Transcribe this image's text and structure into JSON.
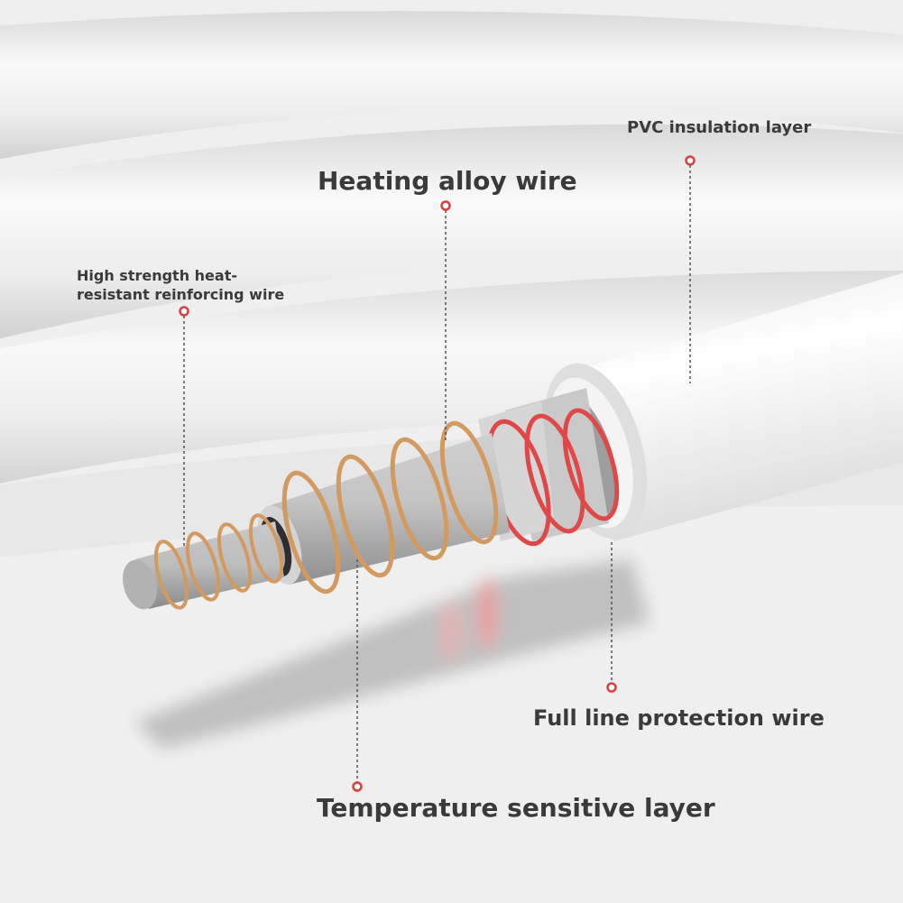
{
  "labels": {
    "pvc_insulation": "PVC insulation layer",
    "heating_alloy_wire": "Heating alloy wire",
    "reinforcing_wire_line1": "High strength heat-",
    "reinforcing_wire_line2": "resistant reinforcing wire",
    "full_line_protection": "Full line protection wire",
    "temperature_sensitive": "Temperature sensitive layer"
  },
  "colors": {
    "background": "#f2f2f2",
    "pipe_white": "#f6f6f6",
    "inner_grey": "#b8b8b8",
    "copper_wire": "#d39a60",
    "red_wire": "#e04848",
    "text": "#3a3a3a",
    "marker": "#d84040"
  }
}
